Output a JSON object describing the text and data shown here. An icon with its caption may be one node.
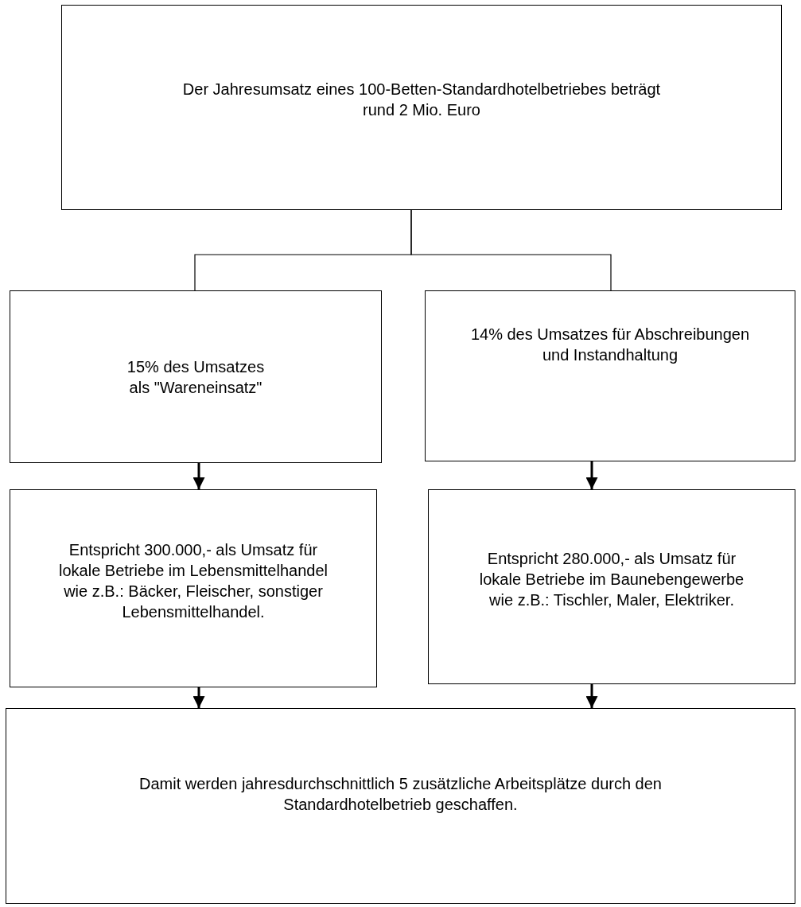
{
  "diagram": {
    "nodes": [
      {
        "text": [
          "Der Jahresumsatz eines 100-Betten-Standardhotelbetriebes beträgt rund 2 Mio. Euro"
        ]
      },
      {
        "text": [
          "15% des Umsatzes als \"Wareneinsatz\""
        ]
      },
      {
        "text": [
          "14% des Umsatzes für Abschreibungen und Instandhaltung"
        ]
      },
      {
        "text": [
          "Entspricht 300.000,- als Umsatz für lokale Betriebe im Lebensmittelhandel wie z.B.: Bäcker, Fleischer, sonstiger Lebensmittelhandel."
        ]
      },
      {
        "text": [
          "Entspricht 280.000,- als Umsatz für lokale Betriebe im Baunebengewerbe wie z.B.: Tischler, Maler, Elektriker."
        ]
      },
      {
        "text": [
          "Damit werden jahresdurchschnittlich 5 zusätzliche Arbeitsplätze durch den Standardhotelbetrieb geschaffen."
        ]
      }
    ],
    "edges": [
      {
        "from": 0,
        "to": 1,
        "arrow": "none"
      },
      {
        "from": 0,
        "to": 2,
        "arrow": "none"
      },
      {
        "from": 1,
        "to": 3,
        "arrow": "to"
      },
      {
        "from": 2,
        "to": 4,
        "arrow": "to"
      },
      {
        "from": 3,
        "to": 5,
        "arrow": "to"
      },
      {
        "from": 4,
        "to": 5,
        "arrow": "to"
      }
    ]
  }
}
